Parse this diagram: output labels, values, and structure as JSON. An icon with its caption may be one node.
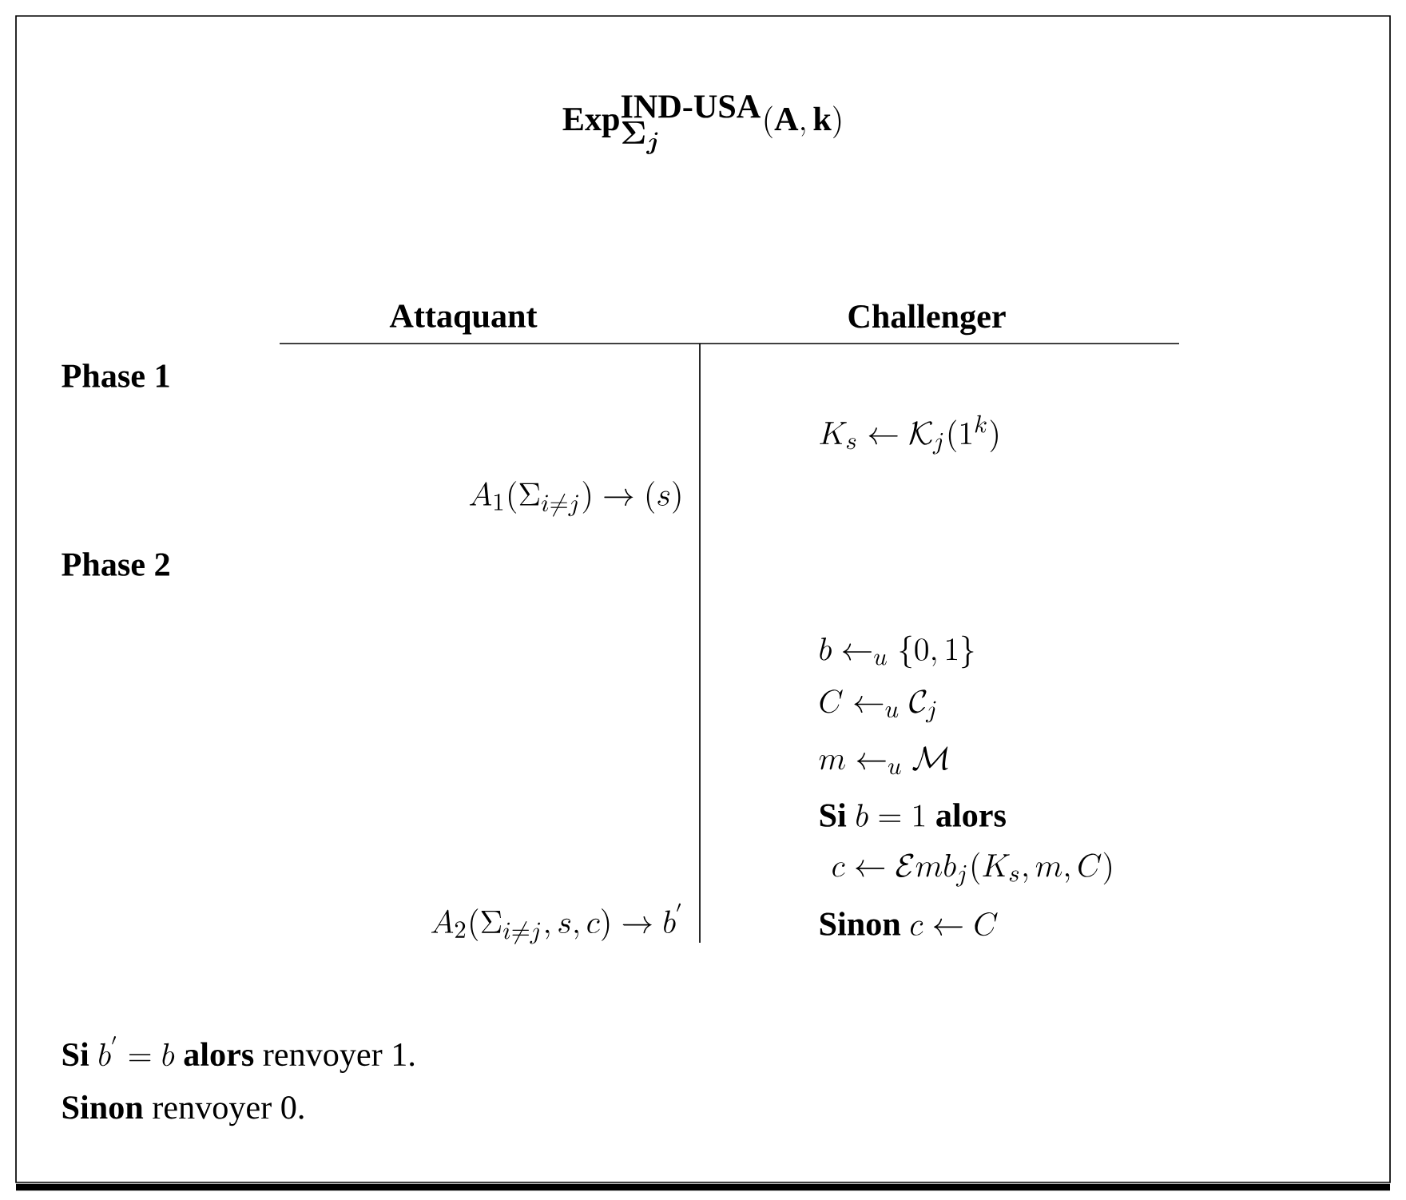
{
  "diagram": {
    "title": "\\mathbf{Exp}^{\\textbf{IND-USA}}_{\\mbox{\\boldmath$\\Sigma_j$}}(\\mathbf{A},\\mathbf{k})",
    "labels": [
      "Attaquant",
      "Challenger",
      "Phase 1",
      "K_s \\leftarrow \\mathcal{K}_j(1^k)",
      "A_1(\\Sigma_{i\\neq j}) \\rightarrow (s)",
      "Phase 2",
      "b \\leftarrow_u \\{0,1\\}",
      "C \\leftarrow_u \\mathcal{C}_j",
      "m \\leftarrow_u \\mathcal{M}",
      "Si",
      "b = 1",
      "alors",
      "c \\leftarrow \\mathcal{E}mb_j(K_s,m,C)",
      "Sinon",
      "c \\leftarrow C",
      "A_2(\\Sigma_{i\\neq j},s,c) \\rightarrow b^{'}",
      "Si",
      "b^{'} = b",
      "alors",
      "renvoyer 1.",
      "Sinon",
      "renvoyer 0."
    ]
  }
}
